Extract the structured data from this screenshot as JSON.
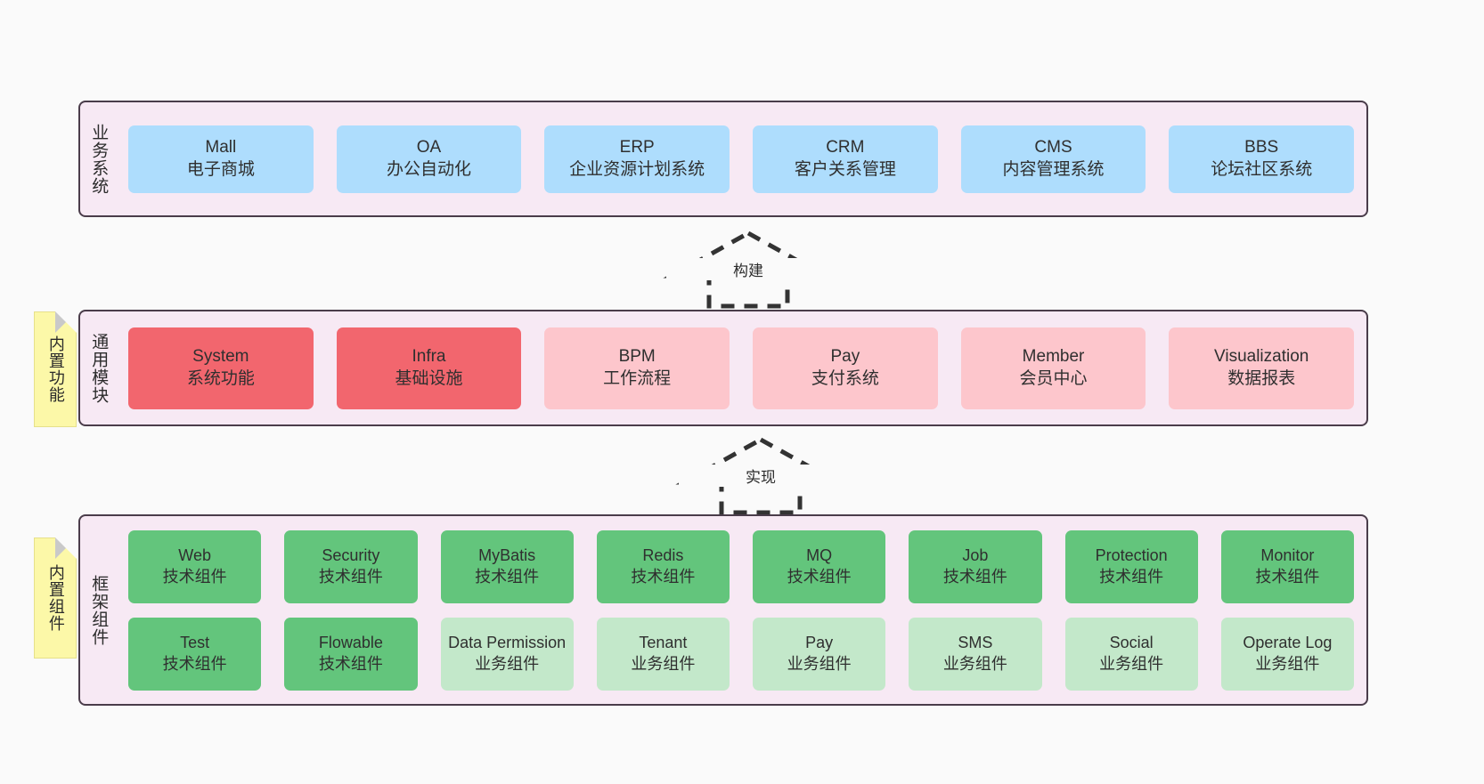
{
  "diagram": {
    "background_color": "#fafafa",
    "panel_color": "#f7e9f4",
    "panel_border_color": "#4a3c4a",
    "sticky_color": "#fcf8a8"
  },
  "layers": {
    "business": {
      "title": "业务系统",
      "card_color": "#aeddfd",
      "cards": [
        {
          "name": "Mall",
          "desc": "电子商城"
        },
        {
          "name": "OA",
          "desc": "办公自动化"
        },
        {
          "name": "ERP",
          "desc": "企业资源计划系统"
        },
        {
          "name": "CRM",
          "desc": "客户关系管理"
        },
        {
          "name": "CMS",
          "desc": "内容管理系统"
        },
        {
          "name": "BBS",
          "desc": "论坛社区系统"
        }
      ]
    },
    "common": {
      "title": "通用模块",
      "sticky": "内置功能",
      "card_color_primary": "#f2666e",
      "card_color_secondary": "#fdc6cc",
      "cards": [
        {
          "name": "System",
          "desc": "系统功能",
          "variant": "c-red"
        },
        {
          "name": "Infra",
          "desc": "基础设施",
          "variant": "c-red"
        },
        {
          "name": "BPM",
          "desc": "工作流程",
          "variant": "c-pink"
        },
        {
          "name": "Pay",
          "desc": "支付系统",
          "variant": "c-pink"
        },
        {
          "name": "Member",
          "desc": "会员中心",
          "variant": "c-pink"
        },
        {
          "name": "Visualization",
          "desc": "数据报表",
          "variant": "c-pink"
        }
      ]
    },
    "framework": {
      "title": "框架组件",
      "sticky": "内置组件",
      "card_color_tech": "#63c57c",
      "card_color_biz": "#c3e8ca",
      "row1": [
        {
          "name": "Web",
          "desc": "技术组件",
          "variant": "c-green"
        },
        {
          "name": "Security",
          "desc": "技术组件",
          "variant": "c-green"
        },
        {
          "name": "MyBatis",
          "desc": "技术组件",
          "variant": "c-green"
        },
        {
          "name": "Redis",
          "desc": "技术组件",
          "variant": "c-green"
        },
        {
          "name": "MQ",
          "desc": "技术组件",
          "variant": "c-green"
        },
        {
          "name": "Job",
          "desc": "技术组件",
          "variant": "c-green"
        },
        {
          "name": "Protection",
          "desc": "技术组件",
          "variant": "c-green"
        },
        {
          "name": "Monitor",
          "desc": "技术组件",
          "variant": "c-green"
        }
      ],
      "row2": [
        {
          "name": "Test",
          "desc": "技术组件",
          "variant": "c-green"
        },
        {
          "name": "Flowable",
          "desc": "技术组件",
          "variant": "c-green"
        },
        {
          "name": "Data Permission",
          "desc": "业务组件",
          "variant": "c-lightgreen"
        },
        {
          "name": "Tenant",
          "desc": "业务组件",
          "variant": "c-lightgreen"
        },
        {
          "name": "Pay",
          "desc": "业务组件",
          "variant": "c-lightgreen"
        },
        {
          "name": "SMS",
          "desc": "业务组件",
          "variant": "c-lightgreen"
        },
        {
          "name": "Social",
          "desc": "业务组件",
          "variant": "c-lightgreen"
        },
        {
          "name": "Operate Log",
          "desc": "业务组件",
          "variant": "c-lightgreen"
        }
      ]
    }
  },
  "arrows": [
    {
      "id": "build",
      "label": "构建",
      "direction": "up",
      "style": "dashed-block"
    },
    {
      "id": "impl",
      "label": "实现",
      "direction": "up",
      "style": "dashed-block"
    }
  ]
}
